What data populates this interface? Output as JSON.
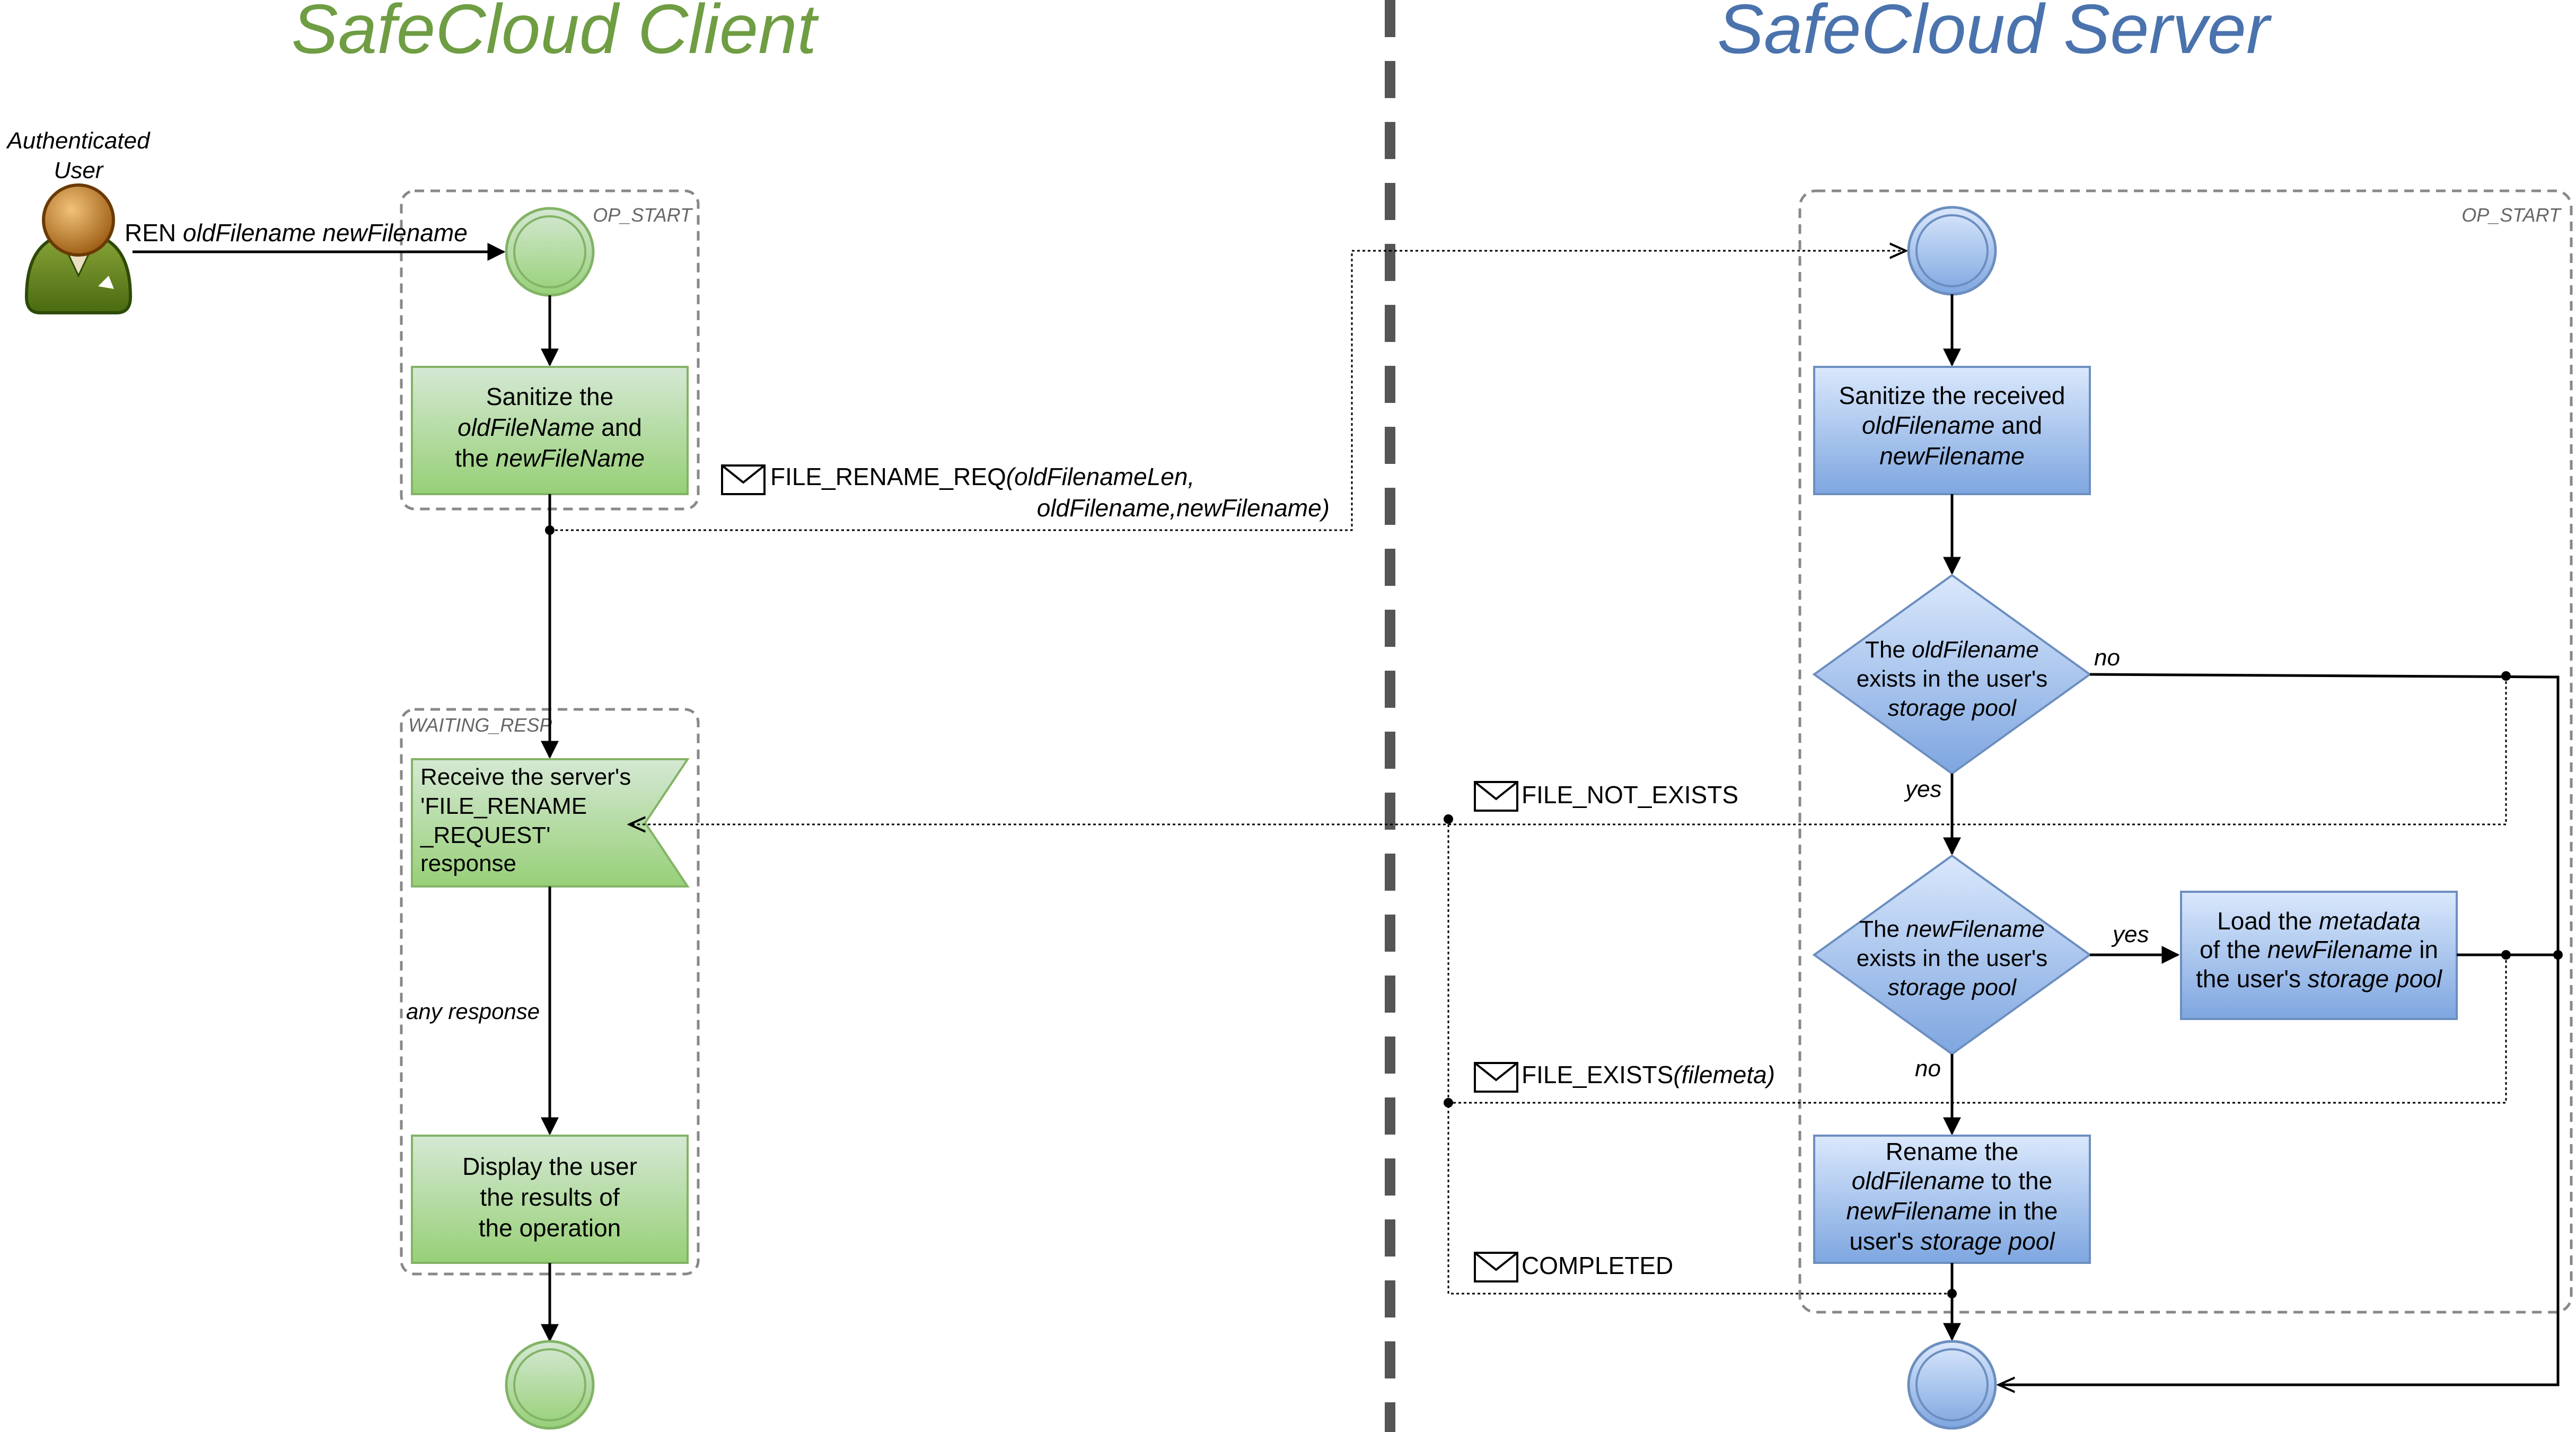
{
  "titles": {
    "client": "SafeCloud Client",
    "server": "SafeCloud Server"
  },
  "colors": {
    "client_title": "#6f9d43",
    "server_title": "#4a73ad",
    "green_fill_top": "#d5e8d4",
    "green_fill_bottom": "#97d077",
    "green_stroke": "#82b366",
    "blue_fill_top": "#dae8fc",
    "blue_fill_bottom": "#7ea6e0",
    "blue_stroke": "#6c8ebf",
    "divider": "#555555"
  },
  "actor": {
    "icon": "user-icon",
    "label_line1": "Authenticated",
    "label_line2": "User"
  },
  "user_command": {
    "cmd": "REN ",
    "args": "oldFilename newFilename"
  },
  "client": {
    "group_op_start": "OP_START",
    "group_waiting": "WAITING_RESP",
    "sanitize": {
      "l1": "Sanitize the",
      "l2a": "oldFileName",
      "l2b": " and",
      "l3a": "the ",
      "l3b": "newFileName"
    },
    "receive": {
      "l1": "Receive the server's",
      "l2": "'FILE_RENAME",
      "l3": "_REQUEST'",
      "l4": "response"
    },
    "any_response": "any response",
    "display": {
      "l1": "Display the user",
      "l2": "the results of",
      "l3": "the operation"
    }
  },
  "messages": {
    "request": {
      "name": "FILE_RENAME_REQ",
      "args_line1": "(oldFilenameLen,",
      "args_line2": "oldFilename,newFilename)"
    },
    "not_exists": "FILE_NOT_EXISTS",
    "exists_name": "FILE_EXISTS",
    "exists_args": "(filemeta)",
    "completed": "COMPLETED"
  },
  "server": {
    "group_op_start": "OP_START",
    "sanitize": {
      "l1": "Sanitize the received",
      "l2a": "oldFilename",
      "l2b": " and",
      "l3": "newFilename"
    },
    "decision1": {
      "l1a": "The ",
      "l1b": "oldFilename",
      "l2": "exists in the user's",
      "l3": "storage pool",
      "no": "no",
      "yes": "yes"
    },
    "decision2": {
      "l1a": "The ",
      "l1b": "newFilename",
      "l2": "exists in the user's",
      "l3": "storage pool",
      "yes": "yes",
      "no": "no"
    },
    "load_meta": {
      "l1a": "Load the ",
      "l1b": "metadata",
      "l2a": "of the ",
      "l2b": "newFilename",
      "l2c": " in",
      "l3a": "the user's ",
      "l3b": "storage pool"
    },
    "rename": {
      "l1": "Rename the",
      "l2a": "oldFilename",
      "l2b": " to the",
      "l3a": "newFilename",
      "l3b": " in the",
      "l4a": "user's ",
      "l4b": "storage pool"
    }
  }
}
